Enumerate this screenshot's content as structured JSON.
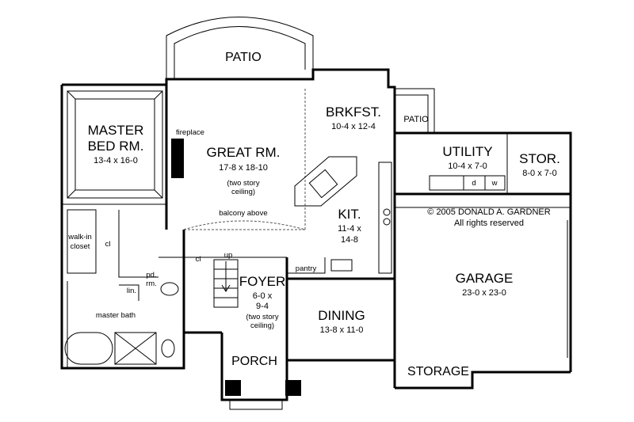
{
  "rooms": {
    "patio_top": "PATIO",
    "patio_side": "PATIO",
    "master_line1": "MASTER",
    "master_line2": "BED RM.",
    "master_dim": "13-4  x  16-0",
    "fireplace": "fireplace",
    "great_name": "GREAT RM.",
    "great_dim": "17-8  x  18-10",
    "great_note1": "(two story",
    "great_note2": "ceiling)",
    "balcony": "balcony above",
    "brkfst_name": "BRKFST.",
    "brkfst_dim": "10-4  x  12-4",
    "utility_name": "UTILITY",
    "utility_dim": "10-4  x  7-0",
    "utility_d": "d",
    "utility_w": "w",
    "stor_name": "STOR.",
    "stor_dim": "8-0  x  7-0",
    "kit_name": "KIT.",
    "kit_dim1": "11-4  x",
    "kit_dim2": "14-8",
    "pantry": "pantry",
    "walkin1": "walk-in",
    "walkin2": "closet",
    "cl_master": "cl",
    "cl_foyer": "cl",
    "up": "up",
    "pd1": "pd.",
    "pd2": "rm.",
    "lin": "lin.",
    "master_bath": "master bath",
    "foyer_name": "FOYER",
    "foyer_dim1": "6-0  x",
    "foyer_dim2": "9-4",
    "foyer_note1": "(two story",
    "foyer_note2": "ceiling)",
    "dining_name": "DINING",
    "dining_dim": "13-8  x  11-0",
    "porch": "PORCH",
    "garage_name": "GARAGE",
    "garage_dim": "23-0  x  23-0",
    "storage": "STORAGE"
  },
  "copyright": {
    "line1": "© 2005  DONALD  A.  GARDNER",
    "line2": "All rights reserved"
  }
}
